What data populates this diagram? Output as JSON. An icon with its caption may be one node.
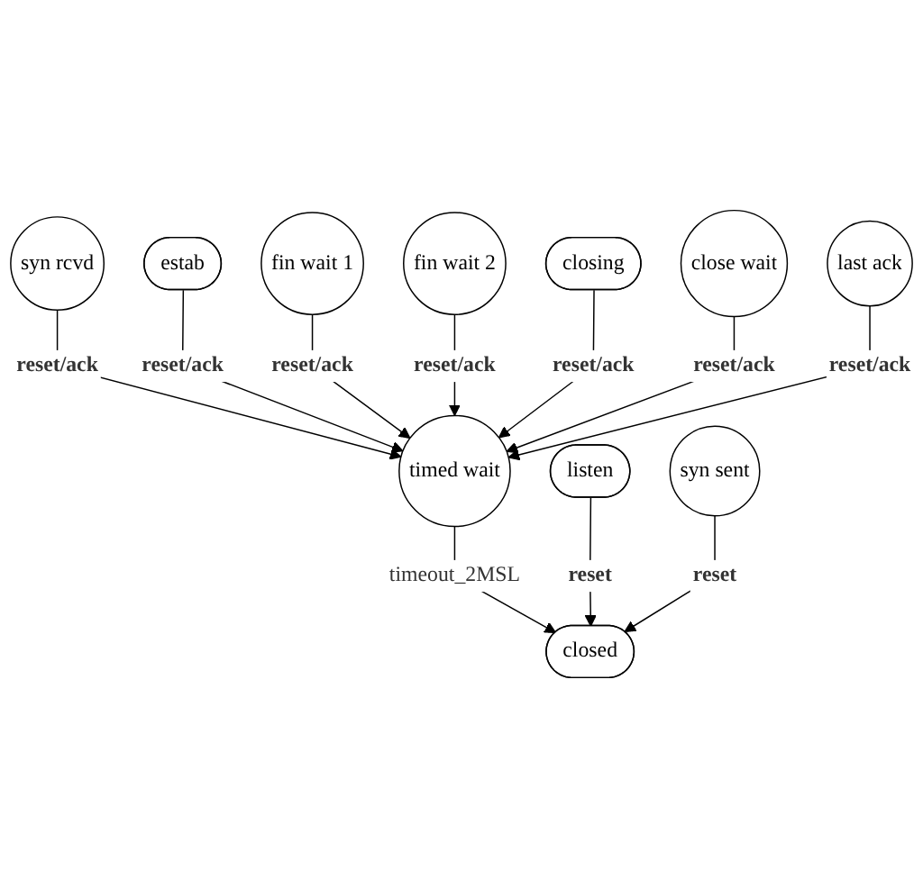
{
  "diagram": {
    "nodes": [
      {
        "text": [
          "syn rcvd"
        ]
      },
      {
        "text": [
          "estab"
        ]
      },
      {
        "text": [
          "fin wait 1"
        ]
      },
      {
        "text": [
          "fin wait 2"
        ]
      },
      {
        "text": [
          "closing"
        ]
      },
      {
        "text": [
          "close wait"
        ]
      },
      {
        "text": [
          "last ack"
        ]
      },
      {
        "text": [
          "timed wait"
        ]
      },
      {
        "text": [
          "closed"
        ]
      },
      {
        "text": [
          "listen"
        ]
      },
      {
        "text": [
          "syn sent"
        ]
      }
    ],
    "edges": [
      {
        "from": 0,
        "to": 7,
        "arrow": "to",
        "label": "reset/ack"
      },
      {
        "from": 1,
        "to": 7,
        "arrow": "to",
        "label": "reset/ack"
      },
      {
        "from": 2,
        "to": 7,
        "arrow": "to",
        "label": "reset/ack"
      },
      {
        "from": 3,
        "to": 7,
        "arrow": "to",
        "label": "reset/ack"
      },
      {
        "from": 4,
        "to": 7,
        "arrow": "to",
        "label": "reset/ack"
      },
      {
        "from": 5,
        "to": 7,
        "arrow": "to",
        "label": "reset/ack"
      },
      {
        "from": 6,
        "to": 7,
        "arrow": "to",
        "label": "reset/ack"
      },
      {
        "from": 7,
        "to": 8,
        "arrow": "to",
        "label": "timeout_2MSL"
      },
      {
        "from": 9,
        "to": 8,
        "arrow": "to",
        "label": "reset"
      },
      {
        "from": 10,
        "to": 8,
        "arrow": "to",
        "label": "reset"
      }
    ]
  }
}
